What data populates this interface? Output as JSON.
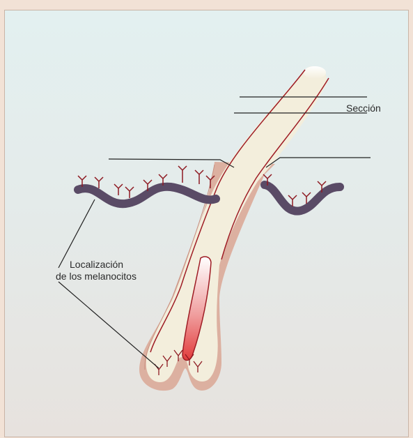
{
  "labels": {
    "section": "Sección",
    "melanocytes_line1": "Localización",
    "melanocytes_line2": "de los melanocitos"
  },
  "colors": {
    "background": "#f2e2d6",
    "hair_shaft": "#f3eedc",
    "hair_outline": "#9e1c24",
    "sheath": "#dcb0a0",
    "epidermis_band": "#5a4b66",
    "melanocyte": "#8e1a22",
    "papilla_gradient": "#e23c3c"
  },
  "icons": [
    "hair-follicle-illustration",
    "melanocyte-icon"
  ]
}
